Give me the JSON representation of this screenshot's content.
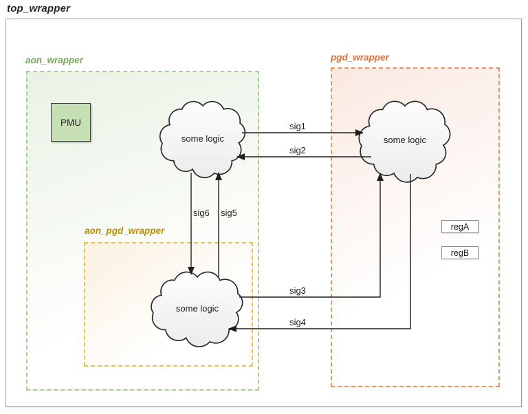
{
  "title": "top_wrapper",
  "wrappers": {
    "aon": {
      "label": "aon_wrapper"
    },
    "pgd": {
      "label": "pgd_wrapper"
    },
    "aon_pgd": {
      "label": "aon_pgd_wrapper"
    }
  },
  "blocks": {
    "pmu": {
      "label": "PMU"
    },
    "regA": {
      "label": "regA"
    },
    "regB": {
      "label": "regB"
    }
  },
  "clouds": [
    {
      "id": "aon-logic",
      "label": "some logic"
    },
    {
      "id": "pgd-logic",
      "label": "some logic"
    },
    {
      "id": "aon-pgd-logic",
      "label": "some logic"
    }
  ],
  "signals": [
    {
      "name": "sig1",
      "from": "aon_wrapper logic",
      "to": "pgd_wrapper logic"
    },
    {
      "name": "sig2",
      "from": "pgd_wrapper logic",
      "to": "aon_wrapper logic"
    },
    {
      "name": "sig3",
      "from": "aon_pgd_wrapper logic",
      "to": "pgd_wrapper logic"
    },
    {
      "name": "sig4",
      "from": "pgd_wrapper logic",
      "to": "aon_pgd_wrapper logic"
    },
    {
      "name": "sig5",
      "from": "aon_pgd_wrapper logic",
      "to": "aon_wrapper logic"
    },
    {
      "name": "sig6",
      "from": "aon_wrapper logic",
      "to": "aon_pgd_wrapper logic"
    }
  ],
  "colors": {
    "title_text": "#262626",
    "label_text": "#1c1c1c",
    "line": "#1f1f1f",
    "outer_border": "#9a9a9a",
    "aon_label": "#76a85a",
    "aon_border": "#a6ce8e",
    "aon_fill": "#eaf2e4",
    "pgd_label": "#e2703a",
    "pgd_border": "#ee9264",
    "pgd_fill": "#fae9e1",
    "aon_pgd_label": "#bf9000",
    "aon_pgd_border": "#e9c34f",
    "aon_pgd_fill": "#fdf2e2",
    "pmu_fill": "#c6e0b4",
    "pmu_border": "#404040",
    "reg_border": "#8c8c8c",
    "cloud_stroke": "#2b2b2b",
    "cloud_fill_light": "#fdfdfd",
    "cloud_fill": "#ececec"
  }
}
